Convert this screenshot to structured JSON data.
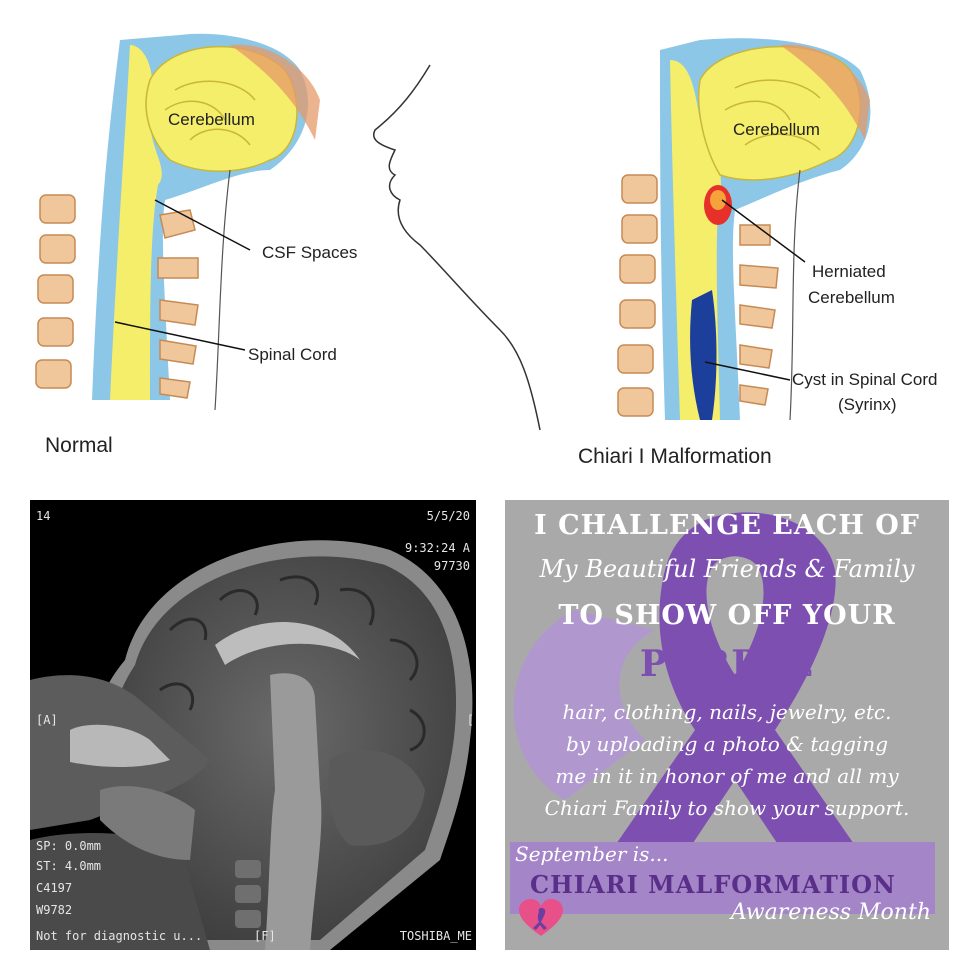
{
  "diagram": {
    "labels": {
      "cerebellum_left": "Cerebellum",
      "csf_spaces": "CSF Spaces",
      "spinal_cord": "Spinal Cord",
      "normal": "Normal",
      "cerebellum_right": "Cerebellum",
      "herniated_line1": "Herniated",
      "herniated_line2": "Cerebellum",
      "cyst_line1": "Cyst in Spinal Cord",
      "cyst_line2": "(Syrinx)",
      "chiari": "Chiari I Malformation"
    }
  },
  "mri": {
    "top_left": "14",
    "top_right_date": "5/5/20",
    "top_right_time": "9:32:24 A",
    "top_right_id": "97730",
    "side_left": "[A]",
    "side_right": "[",
    "bottom_lines": [
      "SP: 0.0mm",
      "ST: 4.0mm",
      "C4197",
      "W9782"
    ],
    "bottom_note": "Not for diagnostic u...",
    "bottom_center": "[F]",
    "bottom_right": "TOSHIBA_ME"
  },
  "poster": {
    "line1": "I CHALLENGE EACH OF",
    "line2": "My Beautiful Friends & Family",
    "line3": "TO SHOW OFF YOUR",
    "line4": "PURPLE",
    "line5": "hair, clothing, nails, jewelry, etc.",
    "line6": "by uploading a photo & tagging",
    "line7": "me in it in honor of me and all my",
    "line8": "Chiari Family to show your support.",
    "line9": "September is...",
    "line10": "CHIARI MALFORMATION",
    "line11": "Awareness Month",
    "colors": {
      "background": "#a9a9a9",
      "ribbon": "#7d4fb0",
      "band": "#a485c7",
      "heart": "#e8508a"
    }
  }
}
